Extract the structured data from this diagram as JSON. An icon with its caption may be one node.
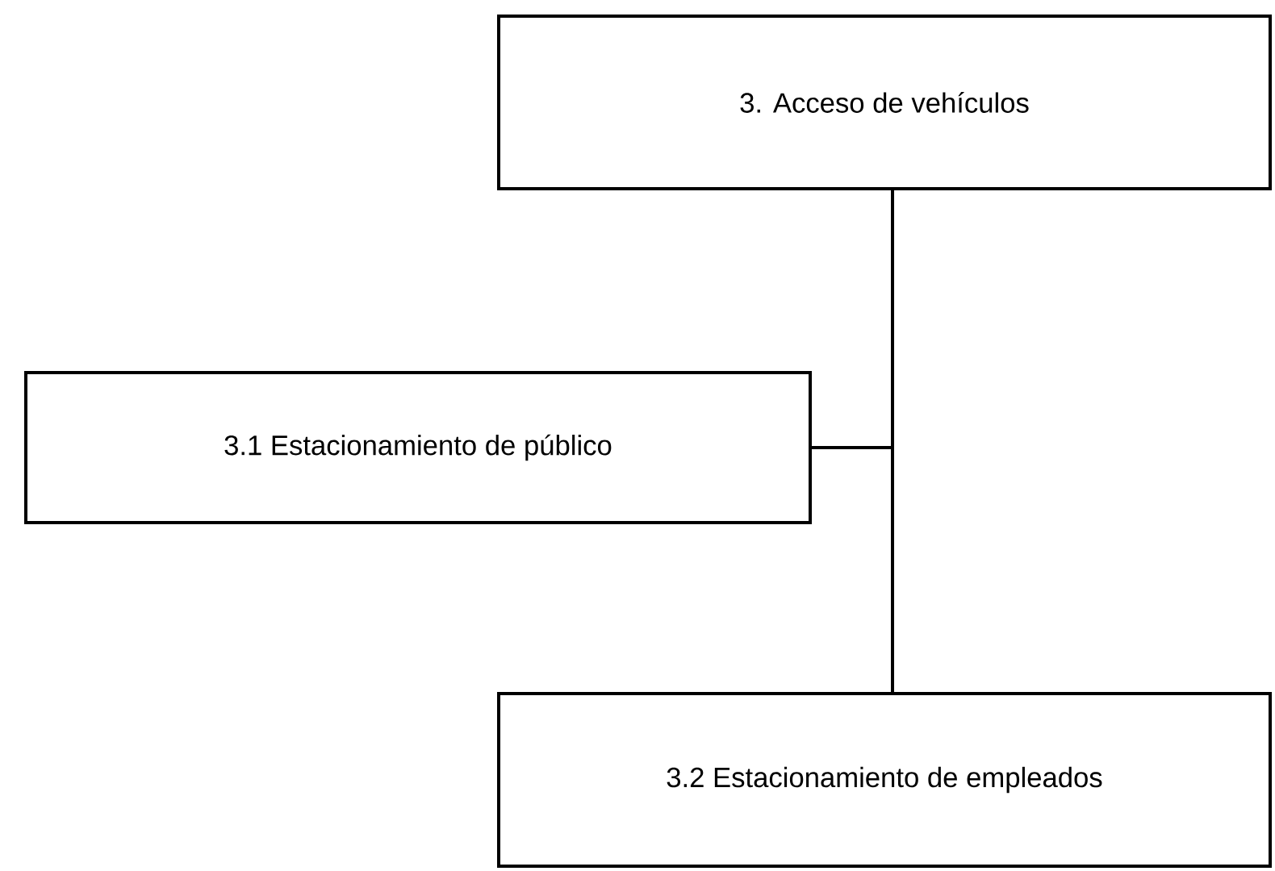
{
  "diagram": {
    "nodes": [
      {
        "text": [
          "3. Acceso de vehículos"
        ]
      },
      {
        "text": [
          "3.1 Estacionamiento de público"
        ]
      },
      {
        "text": [
          "3.2 Estacionamiento de empleados"
        ]
      }
    ],
    "edges": [
      {
        "from": 0,
        "to": 1,
        "arrow": "none"
      },
      {
        "from": 0,
        "to": 2,
        "arrow": "none"
      }
    ]
  }
}
